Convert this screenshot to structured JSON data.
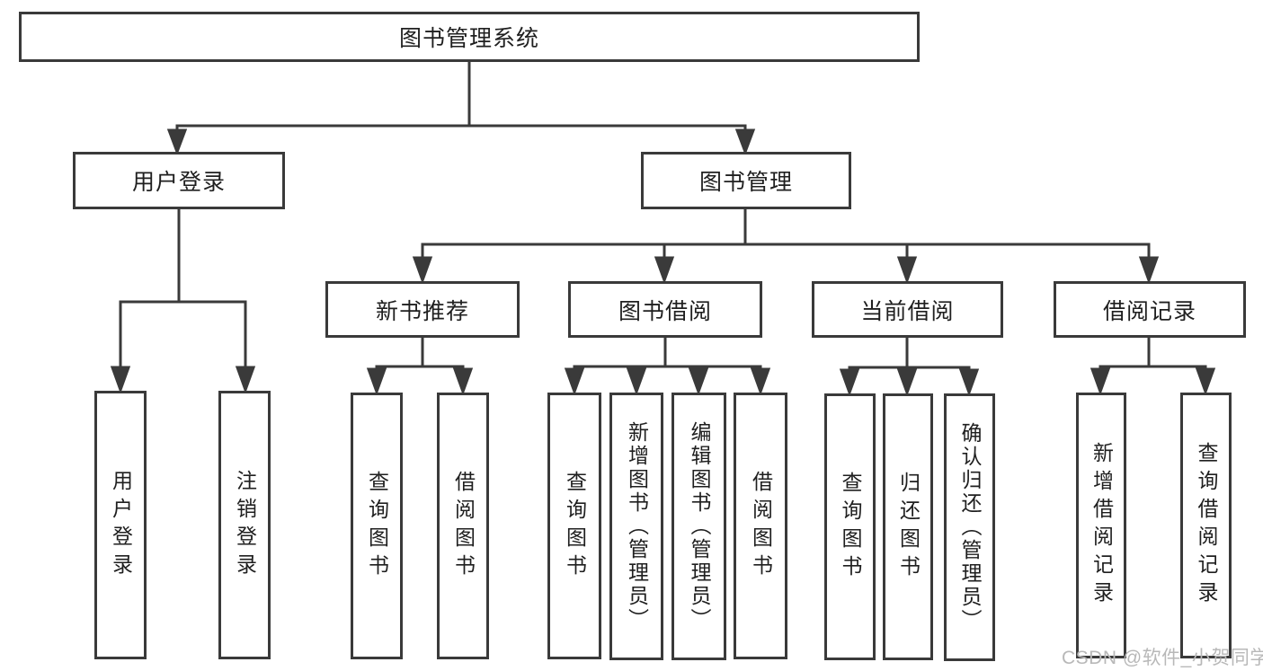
{
  "diagram_title": "图书管理系统",
  "nodes": {
    "root": {
      "label": "图书管理系统"
    },
    "user_login": {
      "label": "用户登录"
    },
    "book_mgmt": {
      "label": "图书管理"
    },
    "login": {
      "label": "用户登录"
    },
    "logout": {
      "label": "注销登录"
    },
    "new_book_rec": {
      "label": "新书推荐"
    },
    "book_borrow": {
      "label": "图书借阅"
    },
    "current_borrow": {
      "label": "当前借阅"
    },
    "borrow_records": {
      "label": "借阅记录"
    },
    "rec_query": {
      "label": "查询图书"
    },
    "rec_borrow": {
      "label": "借阅图书"
    },
    "bb_query": {
      "label": "查询图书"
    },
    "bb_add": {
      "label": "新增图书（管理员）"
    },
    "bb_edit": {
      "label": "编辑图书（管理员）"
    },
    "bb_borrow": {
      "label": "借阅图书"
    },
    "cb_query": {
      "label": "查询图书"
    },
    "cb_return": {
      "label": "归还图书"
    },
    "cb_confirm": {
      "label": "确认归还（管理员）"
    },
    "br_add": {
      "label": "新增借阅记录"
    },
    "br_query": {
      "label": "查询借阅记录"
    }
  },
  "hierarchy": [
    {
      "parent": "图书管理系统",
      "children": [
        "用户登录",
        "图书管理"
      ]
    },
    {
      "parent": "用户登录",
      "children": [
        "用户登录",
        "注销登录"
      ]
    },
    {
      "parent": "图书管理",
      "children": [
        "新书推荐",
        "图书借阅",
        "当前借阅",
        "借阅记录"
      ]
    },
    {
      "parent": "新书推荐",
      "children": [
        "查询图书",
        "借阅图书"
      ]
    },
    {
      "parent": "图书借阅",
      "children": [
        "查询图书",
        "新增图书（管理员）",
        "编辑图书（管理员）",
        "借阅图书"
      ]
    },
    {
      "parent": "当前借阅",
      "children": [
        "查询图书",
        "归还图书",
        "确认归还（管理员）"
      ]
    },
    {
      "parent": "借阅记录",
      "children": [
        "新增借阅记录",
        "查询借阅记录"
      ]
    }
  ],
  "watermark": "CSDN @软件_小贺同学",
  "colors": {
    "line": "#3a3a3a",
    "text": "#1f1f1f",
    "background": "#ffffff",
    "watermark": "#b8b8b8"
  }
}
